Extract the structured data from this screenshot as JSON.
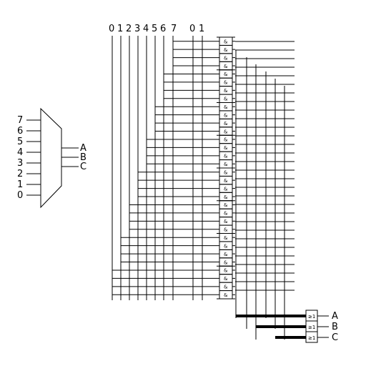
{
  "encoder_symbol": {
    "input_labels": [
      "7",
      "6",
      "5",
      "4",
      "3",
      "2",
      "1",
      "0"
    ],
    "output_labels": [
      "A",
      "B",
      "C"
    ]
  },
  "circuit": {
    "data_bus_labels": [
      "0",
      "1",
      "2",
      "3",
      "4",
      "5",
      "6",
      "7"
    ],
    "select_bus_labels": [
      "0",
      "1"
    ],
    "gate_columns": 1,
    "gate_count": 32,
    "gate_symbol": "&",
    "output_gate_symbol": "≥1",
    "output_labels": [
      "A",
      "B",
      "C"
    ]
  }
}
